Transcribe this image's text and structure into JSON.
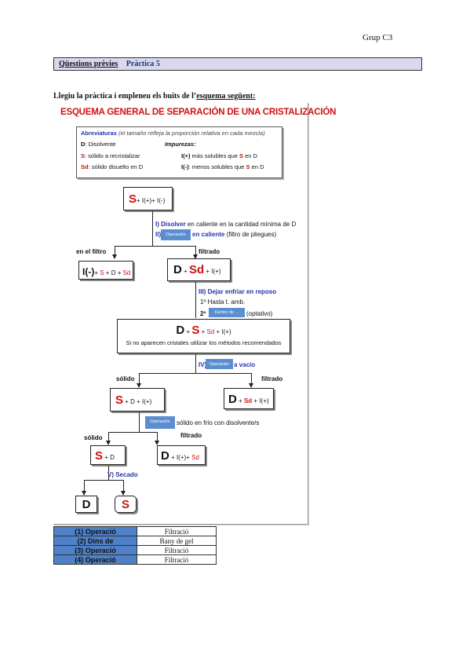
{
  "header": {
    "group": "Grup C3",
    "section_title": "Qüestions prèvies",
    "practice": "Pràctica 5",
    "instruction_prefix": "Llegiu la pràctica i empleneu els buits de l’",
    "instruction_emph": "esquema següent:"
  },
  "scheme": {
    "title": "ESQUEMA GENERAL DE SEPARACIÓN DE UNA CRISTALIZACIÓN",
    "abbr": {
      "heading": "Abreviaturas",
      "heading_note": "(el tamaño refleja la proporción relativa en cada mezcla)",
      "impurities_heading": "Impurezas:",
      "d_key": "D",
      "d_text": ": Disolvente",
      "s_key": "S",
      "s_text": ": sólido a recristalizar",
      "sd_key": "Sd",
      "sd_text": ": sólido disuelto en D",
      "iplus_key": "I(+)",
      "iplus_text": " más solubles que ",
      "iplus_s": "S",
      "iplus_end": " en D",
      "iminus_key": "I(-)",
      "iminus_text": ": menos solubles que ",
      "iminus_s": "S",
      "iminus_end": " en D"
    },
    "box_start": {
      "s": "S",
      "rest": "+ I(+)+ I(-)"
    },
    "step1": {
      "num": "I)",
      "bold": "Disolver",
      "rest": " en caliente en la cantidad mínima de D"
    },
    "step2": {
      "num": "II)",
      "blank": "Operación",
      "bold": "en caliente",
      "rest": " (filtro de pliegues)"
    },
    "label_filter": "en el filtro",
    "label_filtrate1": "filtrado",
    "box_filter": {
      "i": "I(-)",
      "plus": "+ ",
      "s": "S",
      "rest": " + D + ",
      "sd": "Sd"
    },
    "box_filtrate": {
      "d": "D",
      "plus1": " + ",
      "sd": "Sd",
      "rest": " + I(+)"
    },
    "step3": {
      "num": "III)",
      "bold": "Dejar enfriar en reposo"
    },
    "step3a": "1º Hasta t. amb.",
    "step3b_num": "2º",
    "step3b_blank": "Dentro de ...",
    "step3b_end": "(optativo)",
    "box_cryst": {
      "d": "D",
      "plus": " + ",
      "s": "S",
      "rest": " + ",
      "sd": "Sd",
      "end": " + I(+)"
    },
    "box_cryst_note": "Si no aparecen cristales utilizar los métodos recomendados",
    "step4": {
      "num": "IV)",
      "blank": "Operación",
      "bold": "a vacío"
    },
    "label_solid1": "sólido",
    "label_filtrate2": "filtrado",
    "box_solid1": {
      "s": "S",
      "rest": " + D + I(+)"
    },
    "box_filtrate2": {
      "d": "D",
      "plus": " + ",
      "sd": "Sd",
      "rest": " + I(+)"
    },
    "step5": {
      "blank": "Operación",
      "rest": "sólido en frío con disolvente/s"
    },
    "label_solid2": "sólido",
    "label_filtrate3": "filtrado",
    "box_solid2": {
      "s": "S",
      "rest": " + D"
    },
    "box_filtrate3": {
      "d": "D",
      "rest": " + I(+)+ ",
      "sd": "Sd"
    },
    "step6": "V) Secado",
    "box_d": "D",
    "box_s": "S"
  },
  "answers": [
    {
      "key": "(1) Operació",
      "value": "Filtració"
    },
    {
      "key": "(2) Dins de",
      "value": "Bany de gel"
    },
    {
      "key": "(3) Operació",
      "value": "Filtració"
    },
    {
      "key": "(4) Operació",
      "value": "Filtració"
    }
  ],
  "colors": {
    "red": "#d01010",
    "blue": "#2233aa",
    "blank": "#5a8ed0",
    "table_key": "#4f81c8",
    "section_bar": "#d8d8ee"
  }
}
